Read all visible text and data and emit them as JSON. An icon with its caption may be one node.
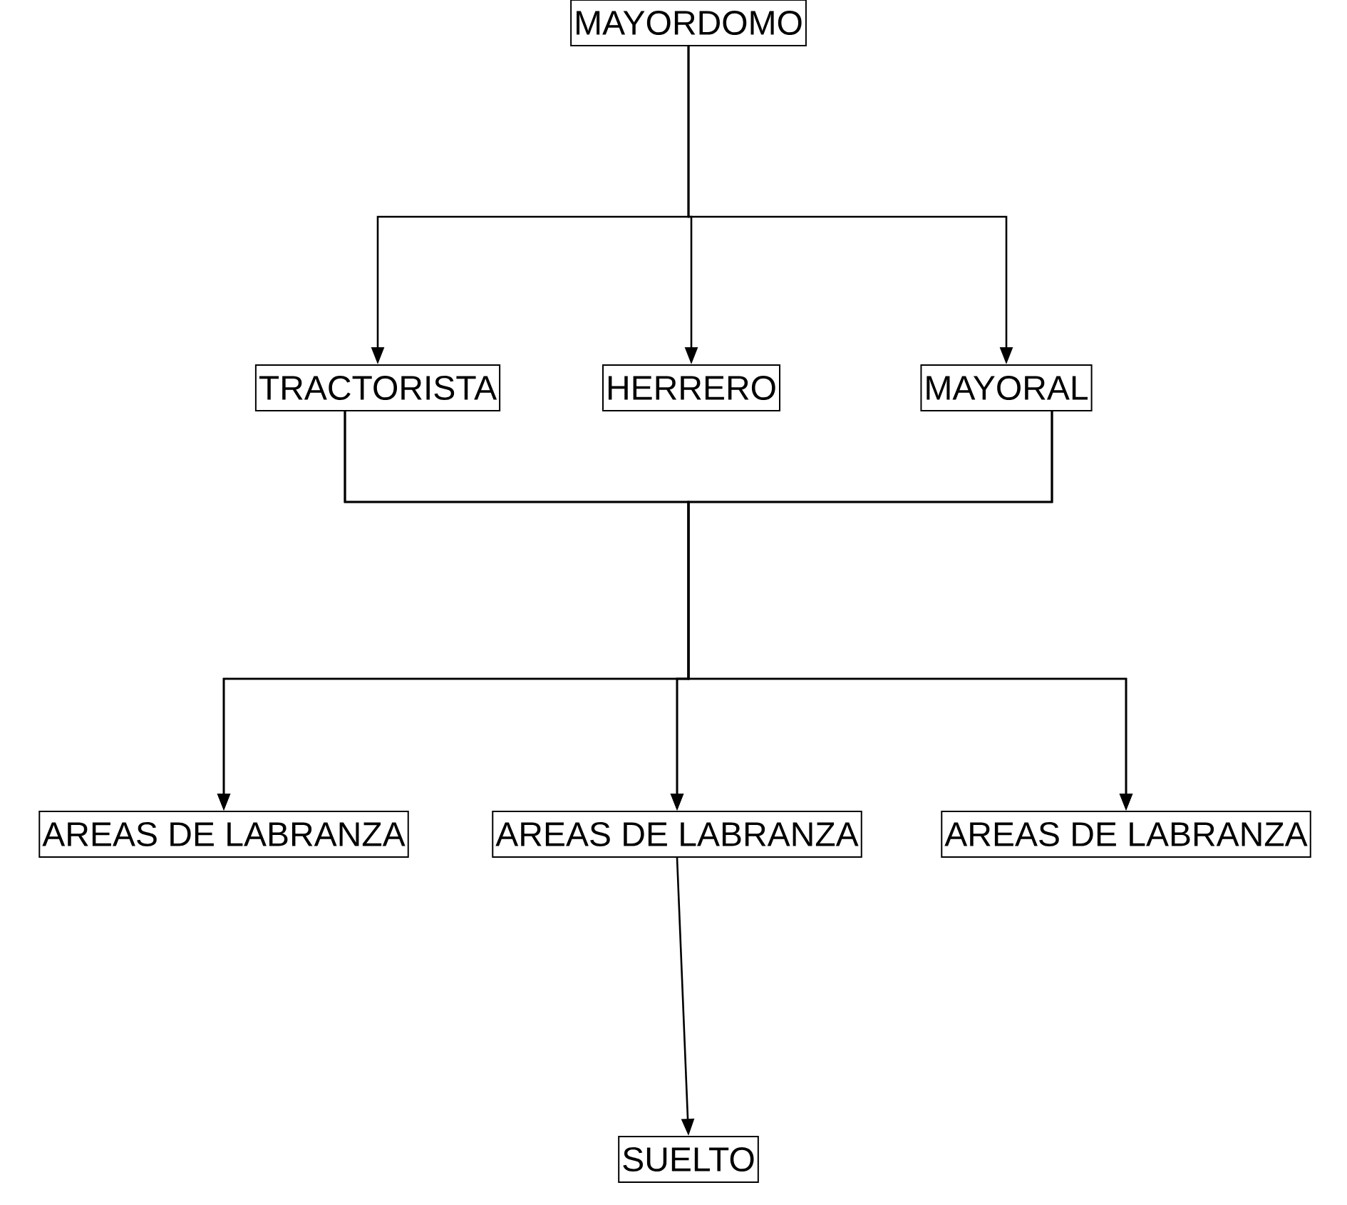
{
  "diagram": {
    "nodes": [
      {
        "text": [
          "MAYORDOMO"
        ]
      },
      {
        "text": [
          "TRACTORISTA"
        ]
      },
      {
        "text": [
          "HERRERO"
        ]
      },
      {
        "text": [
          "MAYORAL"
        ]
      },
      {
        "text": [
          "AREAS DE LABRANZA"
        ]
      },
      {
        "text": [
          "AREAS DE LABRANZA"
        ]
      },
      {
        "text": [
          "AREAS DE LABRANZA"
        ]
      },
      {
        "text": [
          "SUELTO"
        ]
      }
    ],
    "edges": [
      {
        "from": 0,
        "to": 1,
        "arrow": "to"
      },
      {
        "from": 0,
        "to": 2,
        "arrow": "to"
      },
      {
        "from": 0,
        "to": 3,
        "arrow": "to"
      },
      {
        "from": 1,
        "to": 4,
        "arrow": "to"
      },
      {
        "from": 1,
        "to": 5,
        "arrow": "to"
      },
      {
        "from": 1,
        "to": 6,
        "arrow": "to"
      },
      {
        "from": 3,
        "to": 4,
        "arrow": "to"
      },
      {
        "from": 3,
        "to": 5,
        "arrow": "to"
      },
      {
        "from": 3,
        "to": 6,
        "arrow": "to"
      },
      {
        "from": 5,
        "to": 7,
        "arrow": "to"
      }
    ]
  }
}
